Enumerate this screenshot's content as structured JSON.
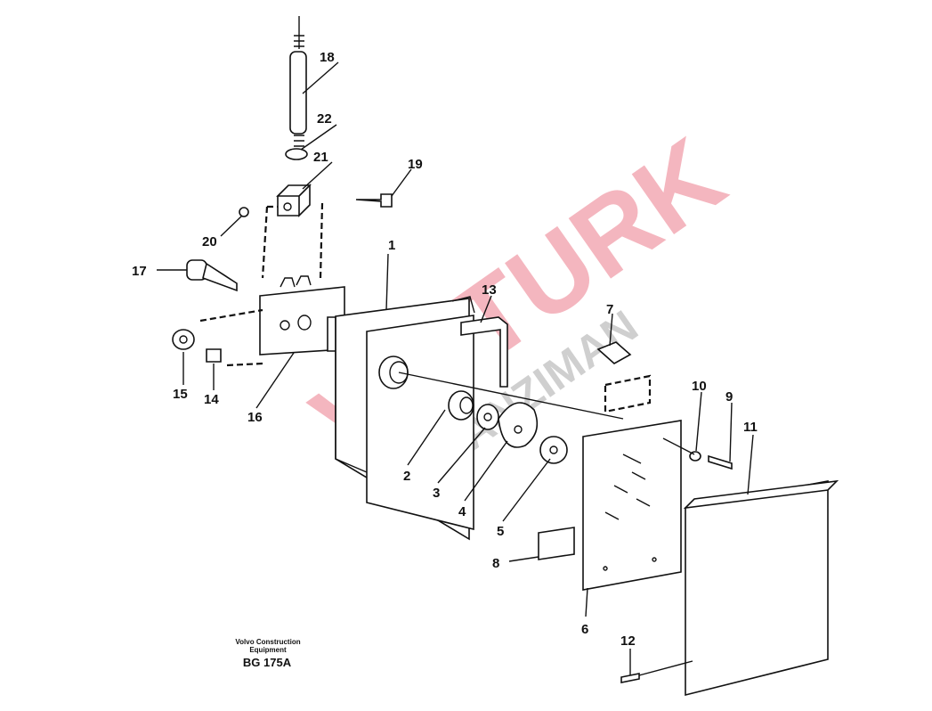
{
  "diagram": {
    "callouts": [
      "1",
      "2",
      "3",
      "4",
      "5",
      "6",
      "7",
      "8",
      "9",
      "10",
      "11",
      "12",
      "13",
      "14",
      "15",
      "16",
      "17",
      "18",
      "19",
      "20",
      "21",
      "22"
    ],
    "caption": {
      "line1": "Volvo Construction",
      "line2": "Equipment",
      "code": "BG 175A"
    },
    "watermark": {
      "brand": "VIPTURK",
      "sub": "ŞANZIMAN"
    }
  }
}
